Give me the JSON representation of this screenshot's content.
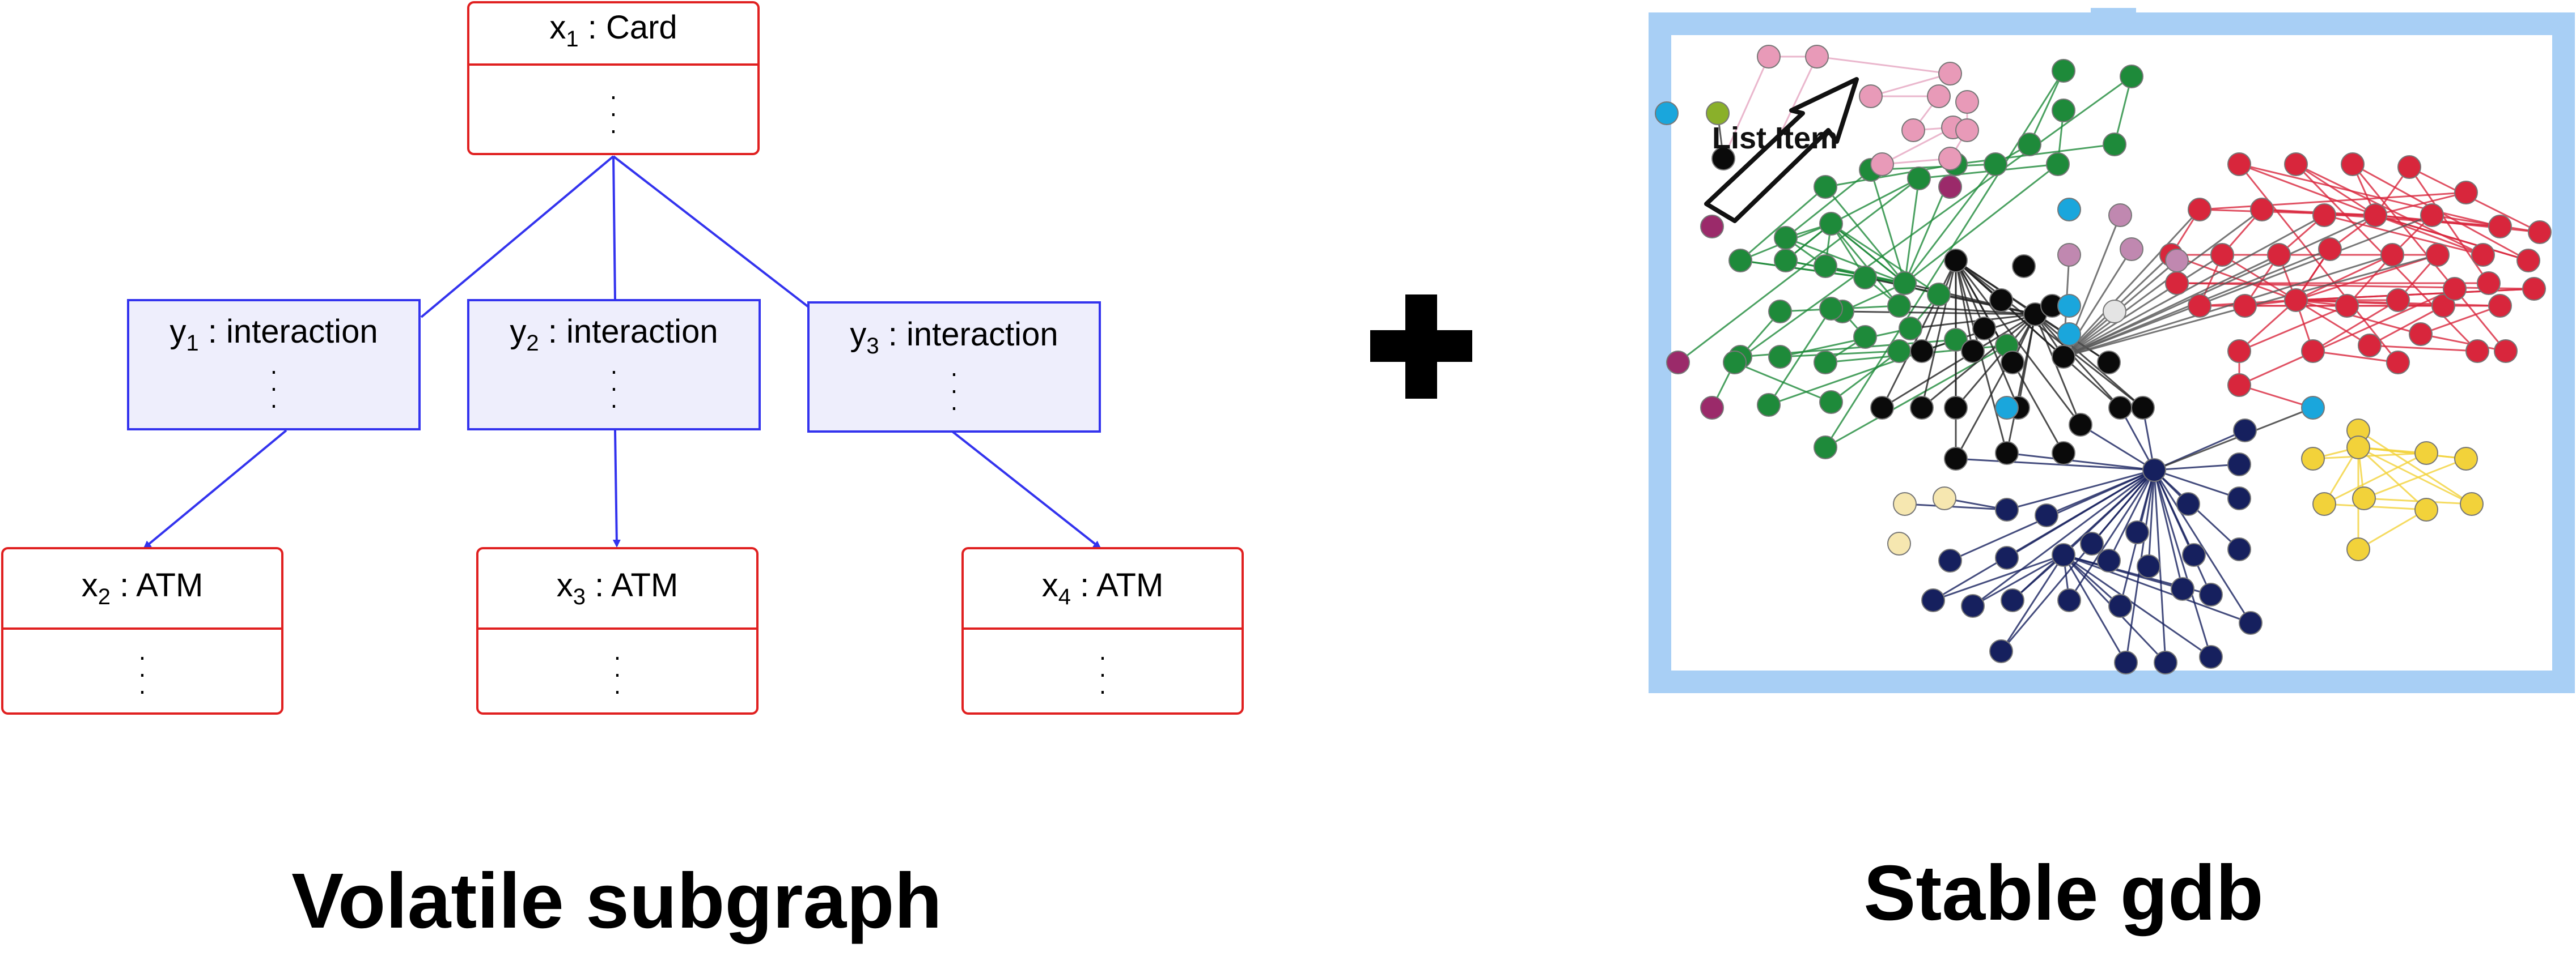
{
  "left_diagram": {
    "caption": "Volatile subgraph",
    "root": {
      "var": "x",
      "sub": "1",
      "type": "Card"
    },
    "interactions": [
      {
        "var": "y",
        "sub": "1",
        "type": "interaction"
      },
      {
        "var": "y",
        "sub": "2",
        "type": "interaction"
      },
      {
        "var": "y",
        "sub": "3",
        "type": "interaction"
      }
    ],
    "leaves": [
      {
        "var": "x",
        "sub": "2",
        "type": "ATM"
      },
      {
        "var": "x",
        "sub": "3",
        "type": "ATM"
      },
      {
        "var": "x",
        "sub": "4",
        "type": "ATM"
      }
    ],
    "colors": {
      "red": "#e02020",
      "blue": "#3333ee",
      "box_fill": "#eeeefc"
    }
  },
  "operator": {
    "symbol": "+"
  },
  "right_panel": {
    "caption": "Stable gdb",
    "overlay_label": "List Item",
    "frame_color": "#a8cff5",
    "node_colors": {
      "green": "#1e8a3a",
      "pink": "#e89ab8",
      "magenta": "#9b2a6a",
      "red": "#d8263c",
      "black": "#0a0a0a",
      "navy": "#16205e",
      "yellow": "#f2d23a",
      "cream": "#f6e7b0",
      "cyan": "#1aa6dc",
      "mauve": "#c088b0",
      "lightgray": "#e4e4e4"
    }
  }
}
